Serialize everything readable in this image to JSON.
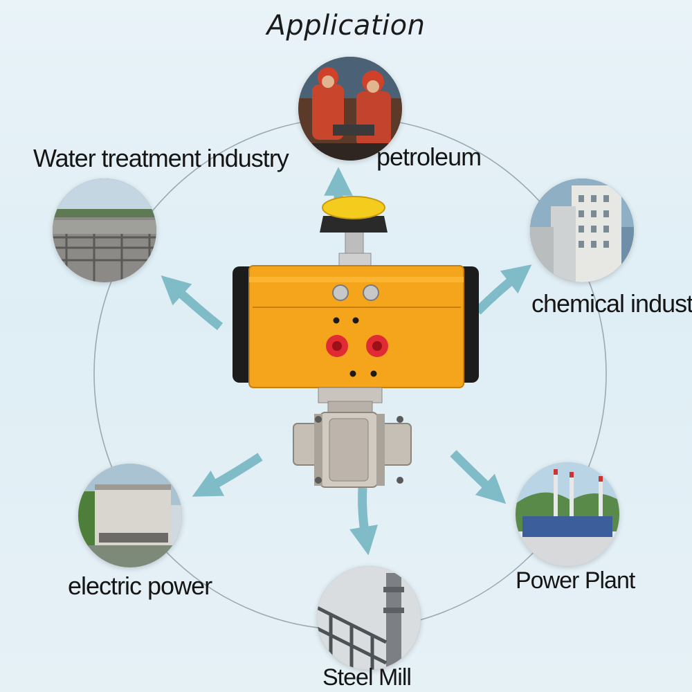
{
  "title": "Application",
  "applications": [
    {
      "label": "petroleum",
      "icon": "petroleum-workers-icon"
    },
    {
      "label": "chemical industry",
      "icon": "chemical-building-icon"
    },
    {
      "label": "Power Plant",
      "icon": "power-plant-icon"
    },
    {
      "label": "Steel Mill",
      "icon": "steel-mill-icon"
    },
    {
      "label": "electric power",
      "icon": "electric-substation-icon"
    },
    {
      "label": "Water treatment industry",
      "icon": "water-treatment-icon"
    }
  ],
  "center_product": {
    "name": "pneumatic actuator ball valve",
    "actuator_color": "#f4a51c",
    "indicator_color": "#f4cc1e",
    "port_color": "#e02a34",
    "arrow_color": "#7fbcc7"
  }
}
